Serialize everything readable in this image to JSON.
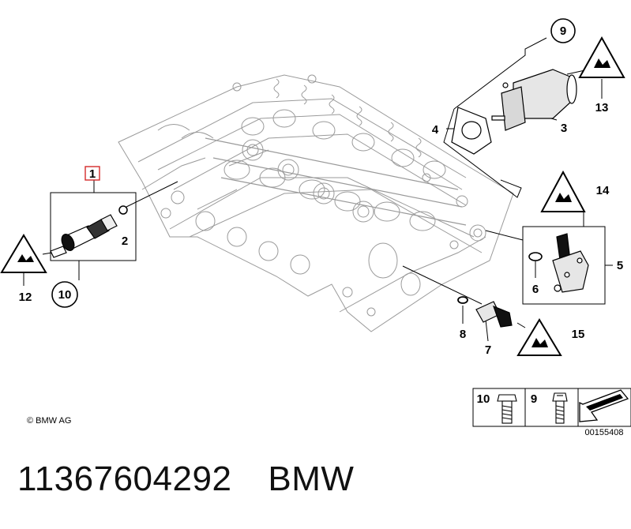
{
  "callouts": {
    "c1": "1",
    "c2": "2",
    "c3": "3",
    "c4": "4",
    "c5": "5",
    "c6": "6",
    "c7": "7",
    "c8": "8",
    "c9": "9",
    "c10": "10",
    "c12": "12",
    "c13": "13",
    "c14": "14",
    "c15": "15"
  },
  "legend": {
    "n10": "10",
    "n9": "9",
    "ref": "00155408"
  },
  "copyright": "© BMW AG",
  "part_number": "11367604292",
  "brand": "BMW",
  "colors": {
    "highlight": "#d42a2a",
    "line": "#000000",
    "engine": "#9a9a9a"
  }
}
